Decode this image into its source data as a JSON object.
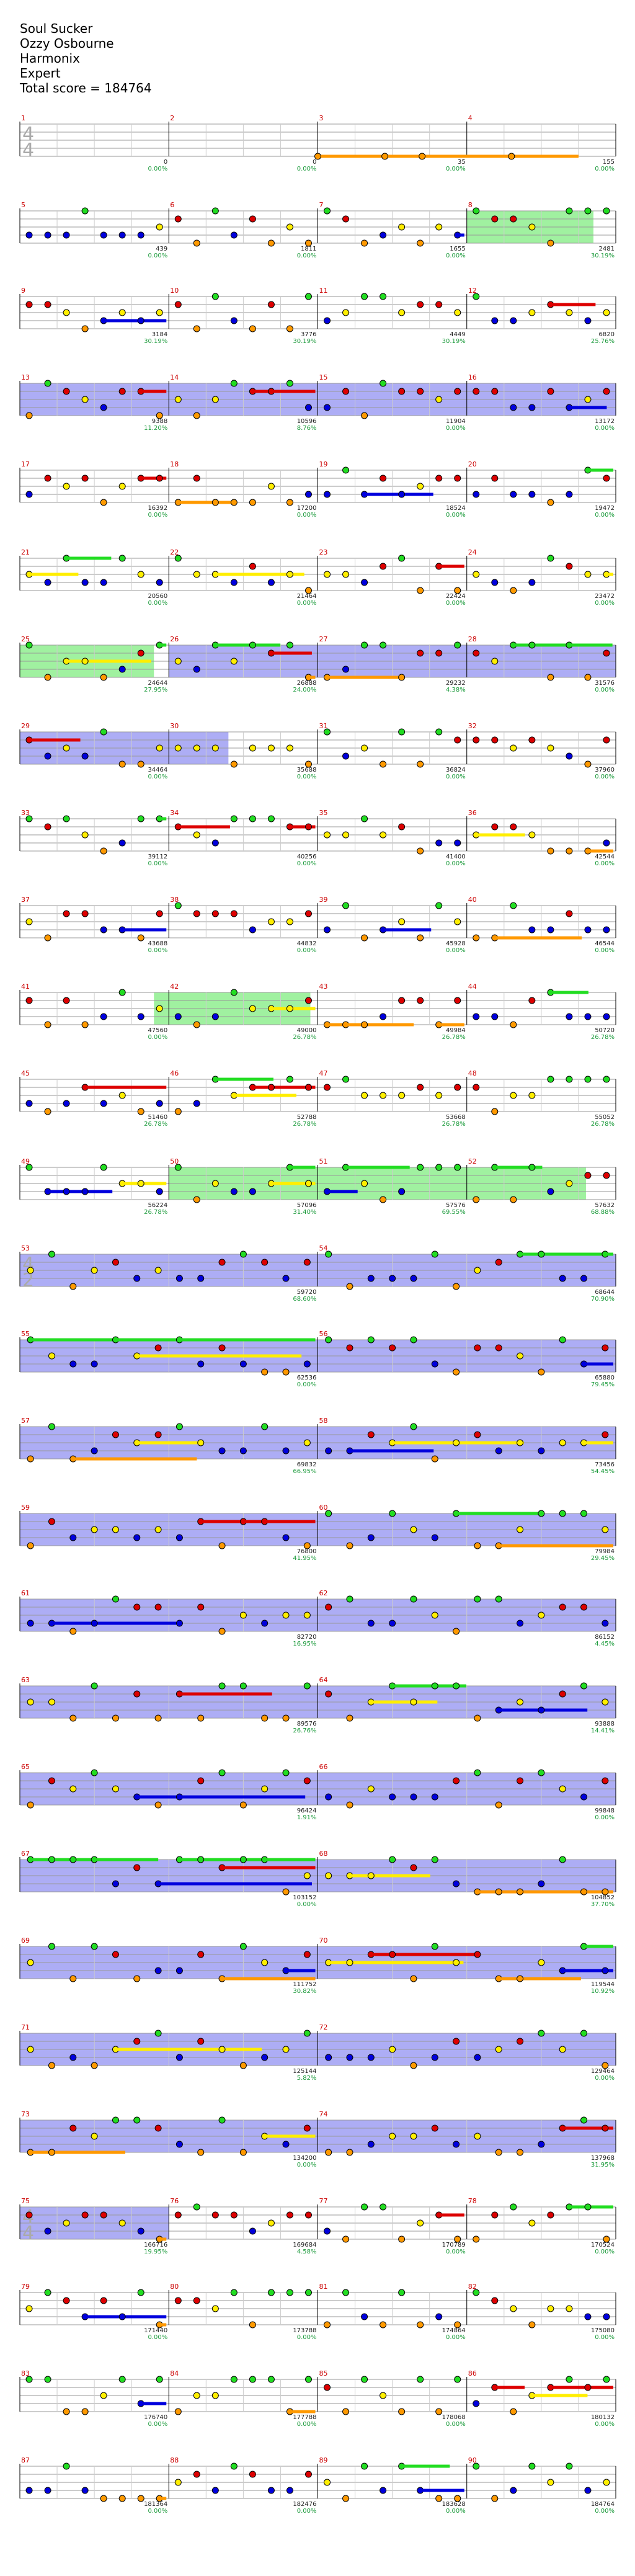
{
  "header": {
    "song": "Soul Sucker",
    "artist": "Ozzy Osbourne",
    "game": "Harmonix",
    "difficulty": "Expert",
    "total_score_label": "Total score = 184764"
  },
  "colors": {
    "green": "#22dd22",
    "red": "#dd0000",
    "yellow": "#ffee00",
    "blue": "#0000dd",
    "orange": "#ff9900",
    "starpower": "#7777ee",
    "solo": "#88ee88"
  },
  "time_signatures": [
    "4/4",
    "4/2",
    "4/4"
  ],
  "score_rows": [
    {
      "measures": [
        1,
        2,
        3,
        4
      ],
      "scores": [
        "0",
        "0",
        "35",
        "155"
      ],
      "pcts": [
        "0.00%",
        "0.00%",
        "0.00%",
        "0.00%"
      ]
    },
    {
      "measures": [
        5,
        6,
        7,
        8
      ],
      "scores": [
        "439",
        "1811",
        "1655",
        "2481"
      ],
      "pcts": [
        "0.00%",
        "0.00%",
        "0.00%",
        "30.19%"
      ]
    },
    {
      "measures": [
        9,
        10,
        11,
        12
      ],
      "scores": [
        "3184",
        "3776",
        "4449",
        "6820"
      ],
      "pcts": [
        "30.19%",
        "30.19%",
        "30.19%",
        "25.76%"
      ]
    },
    {
      "measures": [
        13,
        14,
        15,
        16
      ],
      "scores": [
        "9388",
        "10596",
        "11904",
        "13172"
      ],
      "pcts": [
        "11.20%",
        "8.76%",
        "0.00%",
        "0.00%"
      ]
    },
    {
      "measures": [
        17,
        18,
        19,
        20
      ],
      "scores": [
        "16392",
        "17200",
        "18524",
        "19472"
      ],
      "pcts": [
        "0.00%",
        "0.00%",
        "0.00%",
        "0.00%"
      ]
    },
    {
      "measures": [
        21,
        22,
        23,
        24
      ],
      "scores": [
        "20560",
        "21464",
        "22424",
        "23472"
      ],
      "pcts": [
        "0.00%",
        "0.00%",
        "0.00%",
        "0.00%"
      ]
    },
    {
      "measures": [
        25,
        26,
        27,
        28
      ],
      "scores": [
        "24644",
        "26888",
        "29232",
        "31576"
      ],
      "pcts": [
        "27.95%",
        "24.00%",
        "4.38%",
        "0.00%"
      ]
    },
    {
      "measures": [
        29,
        30,
        31,
        32
      ],
      "scores": [
        "34464",
        "35688",
        "36824",
        "37960"
      ],
      "pcts": [
        "0.00%",
        "0.00%",
        "0.00%",
        "0.00%"
      ]
    },
    {
      "measures": [
        33,
        34,
        35,
        36
      ],
      "scores": [
        "39112",
        "40256",
        "41400",
        "42544"
      ],
      "pcts": [
        "0.00%",
        "0.00%",
        "0.00%",
        "0.00%"
      ]
    },
    {
      "measures": [
        37,
        38,
        39,
        40
      ],
      "scores": [
        "43688",
        "44832",
        "45928",
        "46544"
      ],
      "pcts": [
        "0.00%",
        "0.00%",
        "0.00%",
        "0.00%"
      ]
    },
    {
      "measures": [
        41,
        42,
        43,
        44
      ],
      "scores": [
        "47560",
        "49000",
        "49984",
        "50720"
      ],
      "pcts": [
        "0.00%",
        "26.78%",
        "26.78%",
        "26.78%"
      ]
    },
    {
      "measures": [
        45,
        46,
        47,
        48
      ],
      "scores": [
        "51460",
        "52788",
        "53668",
        "55052"
      ],
      "pcts": [
        "26.78%",
        "26.78%",
        "26.78%",
        "26.78%"
      ]
    },
    {
      "measures": [
        49,
        50,
        51,
        52
      ],
      "scores": [
        "56224",
        "57096",
        "57576",
        "57632"
      ],
      "pcts": [
        "26.78%",
        "31.40%",
        "69.55%",
        "68.88%"
      ]
    },
    {
      "measures": [
        53,
        54
      ],
      "scores": [
        "59720",
        "68644"
      ],
      "pcts": [
        "68.60%",
        "70.90%"
      ]
    },
    {
      "measures": [
        55,
        56
      ],
      "scores": [
        "62536",
        "65880"
      ],
      "pcts": [
        "0.00%",
        "79.45%"
      ]
    },
    {
      "measures": [
        57,
        58
      ],
      "scores": [
        "69832",
        "73456"
      ],
      "pcts": [
        "66.95%",
        "54.45%"
      ]
    },
    {
      "measures": [
        59,
        60
      ],
      "scores": [
        "76800",
        "79984"
      ],
      "pcts": [
        "41.95%",
        "29.45%"
      ]
    },
    {
      "measures": [
        61,
        62
      ],
      "scores": [
        "82720",
        "86152"
      ],
      "pcts": [
        "16.95%",
        "4.45%"
      ]
    },
    {
      "measures": [
        63,
        64
      ],
      "scores": [
        "89576",
        "93888"
      ],
      "pcts": [
        "26.76%",
        "14.41%"
      ]
    },
    {
      "measures": [
        65,
        66
      ],
      "scores": [
        "96424",
        "99848"
      ],
      "pcts": [
        "1.91%",
        "0.00%"
      ]
    },
    {
      "measures": [
        67,
        68
      ],
      "scores": [
        "103152",
        "104852"
      ],
      "pcts": [
        "0.00%",
        "37.70%"
      ]
    },
    {
      "measures": [
        69,
        70
      ],
      "scores": [
        "111752",
        "119544"
      ],
      "pcts": [
        "30.82%",
        "10.92%"
      ]
    },
    {
      "measures": [
        71,
        72
      ],
      "scores": [
        "125144",
        "129464"
      ],
      "pcts": [
        "5.82%",
        "0.00%"
      ]
    },
    {
      "measures": [
        73,
        74
      ],
      "scores": [
        "134200",
        "137968"
      ],
      "pcts": [
        "0.00%",
        "31.95%"
      ]
    },
    {
      "measures": [
        75,
        76,
        77,
        78
      ],
      "scores": [
        "166716",
        "169684",
        "170789",
        "170524"
      ],
      "pcts": [
        "19.95%",
        "4.58%",
        "0.00%",
        "0.00%"
      ]
    },
    {
      "measures": [
        79,
        80,
        81,
        82
      ],
      "scores": [
        "171440",
        "173788",
        "174864",
        "175080"
      ],
      "pcts": [
        "0.00%",
        "0.00%",
        "0.00%",
        "0.00%"
      ]
    },
    {
      "measures": [
        83,
        84,
        85,
        86
      ],
      "scores": [
        "176740",
        "177788",
        "178068",
        "180132"
      ],
      "pcts": [
        "0.00%",
        "0.00%",
        "0.00%",
        "0.00%"
      ]
    },
    {
      "measures": [
        87,
        88,
        89,
        90
      ],
      "scores": [
        "181364",
        "182476",
        "183628",
        "184764"
      ],
      "pcts": [
        "0.00%",
        "0.00%",
        "0.00%",
        "0.00%"
      ]
    }
  ]
}
